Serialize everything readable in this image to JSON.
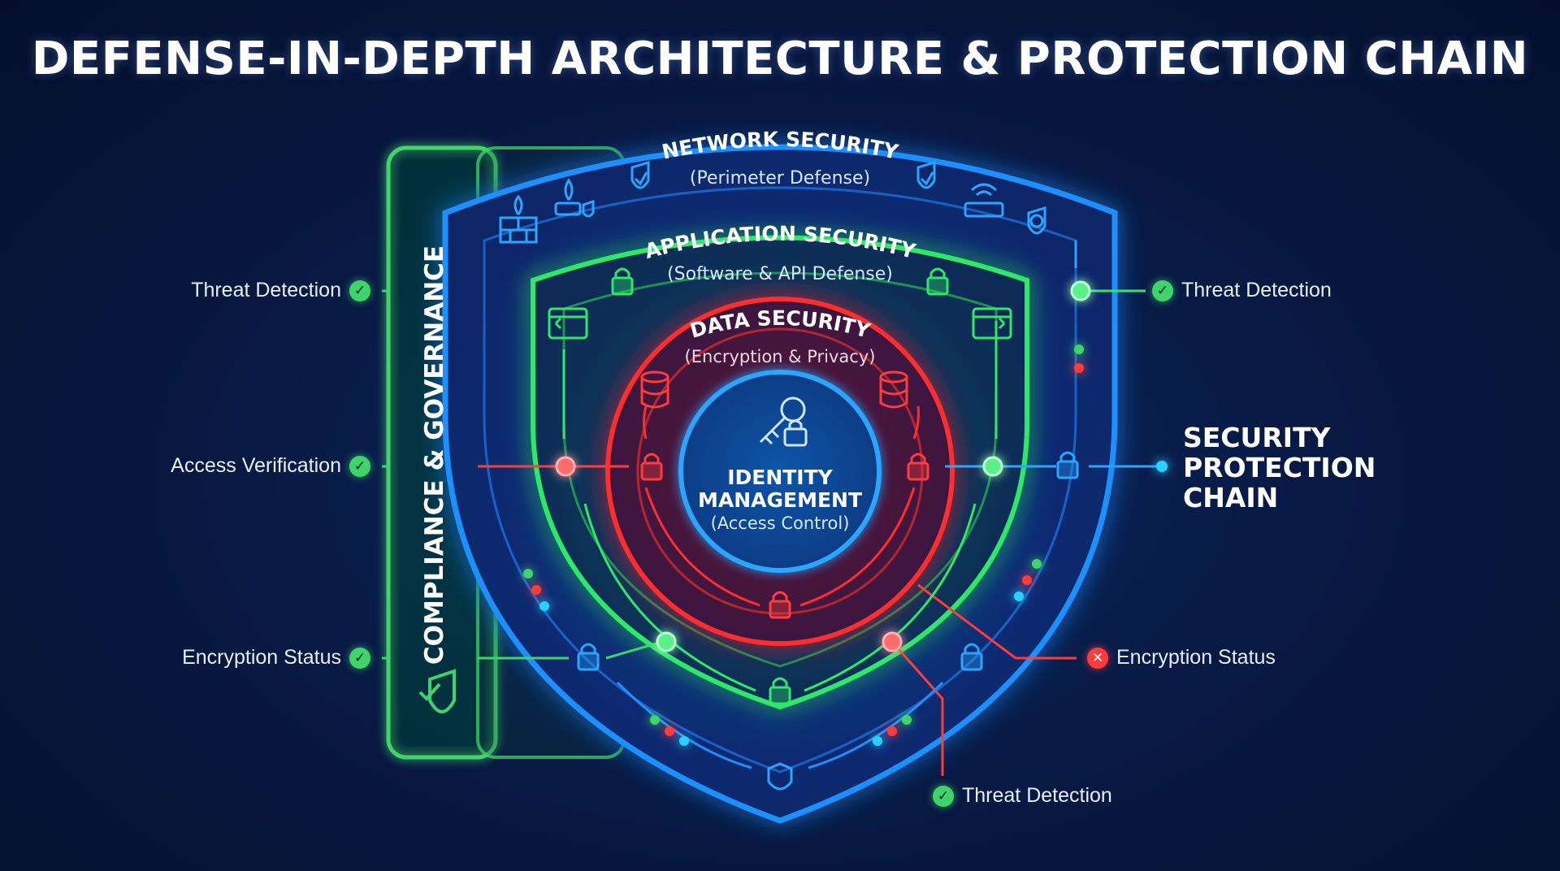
{
  "title": "DEFENSE-IN-DEPTH ARCHITECTURE & PROTECTION CHAIN",
  "colors": {
    "network": "#1e90ff",
    "application": "#2ee86a",
    "data": "#ff2e2e",
    "identity": "#2aa6ff",
    "compliance": "#3fd46a",
    "background": "#081a45"
  },
  "layers": {
    "network": {
      "name": "NETWORK SECURITY",
      "subtitle": "(Perimeter Defense)"
    },
    "application": {
      "name": "APPLICATION SECURITY",
      "subtitle": "(Software & API Defense)"
    },
    "data": {
      "name": "DATA SECURITY",
      "subtitle": "(Encryption & Privacy)"
    },
    "identity": {
      "name_line1": "IDENTITY",
      "name_line2": "MANAGEMENT",
      "subtitle": "(Access Control)"
    }
  },
  "compliance": {
    "label": "COMPLIANCE & GOVERNANCE"
  },
  "chain": {
    "line1": "SECURITY",
    "line2": "PROTECTION",
    "line3": "CHAIN"
  },
  "callouts": {
    "left": [
      {
        "label": "Threat Detection",
        "status": "ok"
      },
      {
        "label": "Access Verification",
        "status": "ok"
      },
      {
        "label": "Encryption Status",
        "status": "ok"
      }
    ],
    "right": [
      {
        "label": "Threat Detection",
        "status": "ok"
      },
      {
        "label": "Encryption Status",
        "status": "error"
      }
    ],
    "bottom": {
      "label": "Threat Detection",
      "status": "ok"
    }
  },
  "icons": [
    "firewall-icon",
    "router-shield-icon",
    "shield-check-icon",
    "wifi-router-icon",
    "globe-shield-icon",
    "padlock-icon",
    "code-window-icon",
    "database-lock-icon",
    "key-lock-icon",
    "shield-icon",
    "check-mark"
  ]
}
